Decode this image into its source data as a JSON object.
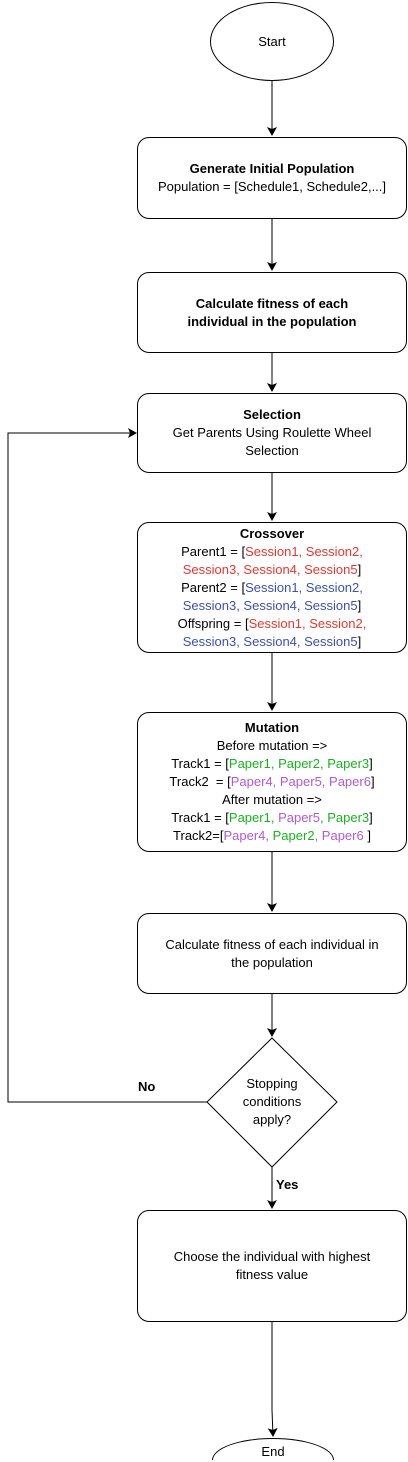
{
  "start": "Start",
  "end": "End",
  "generate": {
    "title": "Generate Initial Population",
    "text": "Population = [Schedule1, Schedule2,...]"
  },
  "fitness1": {
    "line1": "Calculate fitness of each",
    "line2": "individual in the population"
  },
  "selection": {
    "title": "Selection",
    "line1": "Get Parents Using Roulette Wheel",
    "line2": "Selection"
  },
  "crossover": {
    "title": "Crossover",
    "p1_label": "Parent1 = [",
    "p1_a": "Session1, Session2,",
    "p1_b": "Session3, Session4, Session5",
    "p2_label": "Parent2 = [",
    "p2_a": "Session1, Session2,",
    "p2_b": "Session3, Session4, Session5",
    "off_label": "Offspring = [",
    "off_a": "Session1, Session2,",
    "off_b": "Session3, Session4, Session5",
    "close": "]"
  },
  "mutation": {
    "title": "Mutation",
    "before": "Before mutation =>",
    "after": "After mutation =>",
    "t1_label": "Track1 = [",
    "t2_label": "Track2  = [",
    "t2b_label": "Track2=[",
    "close": "]",
    "close_space": " ]",
    "comma": ", ",
    "paper1": "Paper1",
    "paper2": "Paper2",
    "paper3": "Paper3",
    "paper4": "Paper4",
    "paper5": "Paper5",
    "paper6": "Paper6"
  },
  "fitness2": {
    "line1": "Calculate fitness of each individual in",
    "line2": "the population"
  },
  "decision": {
    "line1": "Stopping",
    "line2": "conditions",
    "line3": "apply?"
  },
  "no_label": "No",
  "yes_label": "Yes",
  "choose": {
    "line1": "Choose the individual with highest",
    "line2": "fitness value"
  },
  "colors": {
    "red": "#e8372e",
    "blue": "#3d4fb5",
    "green": "#18b31e",
    "purple": "#b05ad6"
  }
}
